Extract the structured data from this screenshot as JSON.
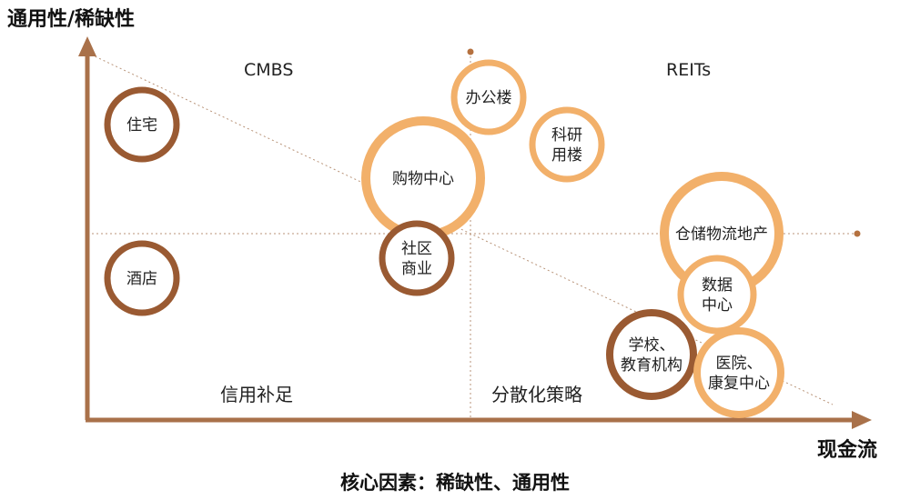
{
  "axes": {
    "y_label": "通用性/稀缺性",
    "x_label": "现金流"
  },
  "quadrants": {
    "top_left": "CMBS",
    "top_right": "REITs",
    "bottom_left": "信用补足",
    "bottom_right": "分散化策略"
  },
  "footer": "核心因素：稀缺性、通用性",
  "bubbles": [
    {
      "id": "residential",
      "lines": [
        "住宅"
      ],
      "tone": "dark"
    },
    {
      "id": "hotel",
      "lines": [
        "酒店"
      ],
      "tone": "dark"
    },
    {
      "id": "shopping-center",
      "lines": [
        "购物中心"
      ],
      "tone": "light"
    },
    {
      "id": "community-commerce",
      "lines": [
        "社区",
        "商业"
      ],
      "tone": "dark"
    },
    {
      "id": "office",
      "lines": [
        "办公楼"
      ],
      "tone": "light"
    },
    {
      "id": "research-building",
      "lines": [
        "科研",
        "用楼"
      ],
      "tone": "light"
    },
    {
      "id": "logistics",
      "lines": [
        "仓储物流地产"
      ],
      "tone": "light"
    },
    {
      "id": "data-center",
      "lines": [
        "数据",
        "中心"
      ],
      "tone": "light"
    },
    {
      "id": "education",
      "lines": [
        "学校、",
        "教育机构"
      ],
      "tone": "dark"
    },
    {
      "id": "hospital",
      "lines": [
        "医院、",
        "康复中心"
      ],
      "tone": "light"
    }
  ],
  "colors": {
    "dark": "#9a5a32",
    "light": "#f2b06a",
    "axis": "#a9714a",
    "guide": "#b89378"
  }
}
